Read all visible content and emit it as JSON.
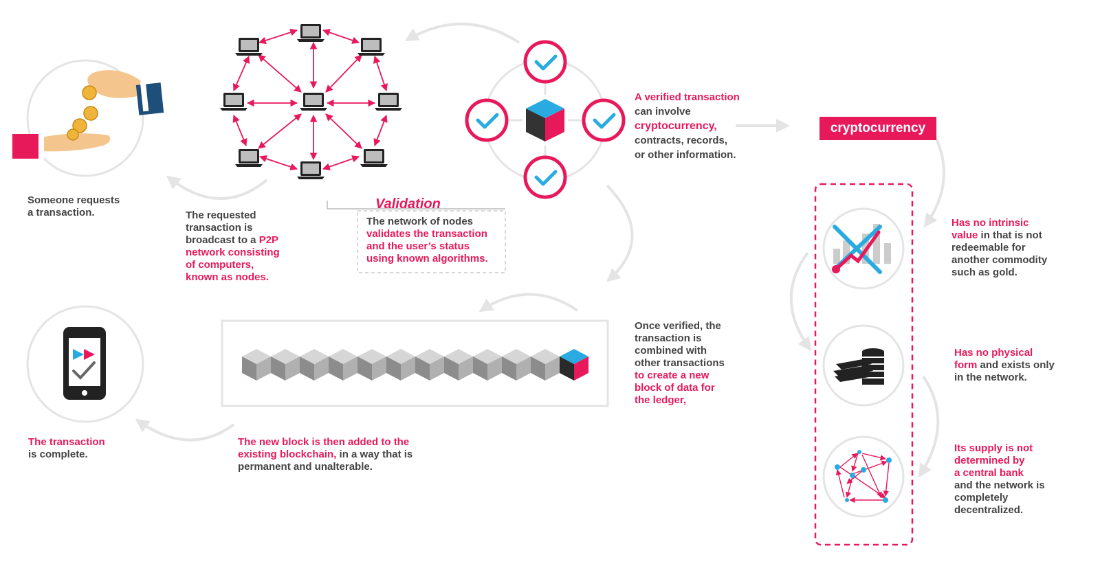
{
  "colors": {
    "accent": "#e8195b",
    "check": "#29abe2",
    "gray": "#b3b3b3",
    "dark": "#444444"
  },
  "icons": [
    "hand-coins-icon",
    "laptop-icon",
    "check-icon",
    "cube-icon",
    "smartphone-icon",
    "chart-icon",
    "coins-cash-icon",
    "network-icon"
  ],
  "steps": {
    "request": "Someone requests\na transaction.",
    "broadcast": {
      "plain": "The requested\ntransaction is\nbroadcast to a ",
      "highlight": "P2P\nnetwork consisting\nof computers,\nknown as nodes."
    },
    "validation": {
      "title": "Validation",
      "plain": "The network of nodes\n",
      "highlight": "validates the transaction\nand the user’s status\nusing known algorithms."
    },
    "verified": {
      "highlight1": "A verified transaction",
      "plain1": "\ncan involve\n",
      "highlight2": "cryptocurrency,",
      "plain2": "\ncontracts, records,\nor other information."
    },
    "crypto_badge": "cryptocurrency",
    "combined": {
      "plain": "Once verified, the\ntransaction is\ncombined with\nother transactions\n",
      "highlight": "to create a new\nblock of data for\nthe ledger,"
    },
    "added": {
      "highlight": "The new block is then added to the\nexisting blockchain,",
      "plain": " in a way that is\npermanent and unalterable."
    },
    "complete": {
      "highlight": "The transaction",
      "plain": "\nis complete."
    }
  },
  "properties": [
    {
      "highlight": "Has no intrinsic\nvalue",
      "plain": " in that is not\nredeemable for\nanother commodity\nsuch as gold."
    },
    {
      "highlight": "Has no physical\nform",
      "plain": " and exists only\nin the network."
    },
    {
      "highlight": "Its supply is not\ndetermined by\na central bank",
      "plain": "\nand the network is\ncompletely\ndecentralized."
    }
  ]
}
